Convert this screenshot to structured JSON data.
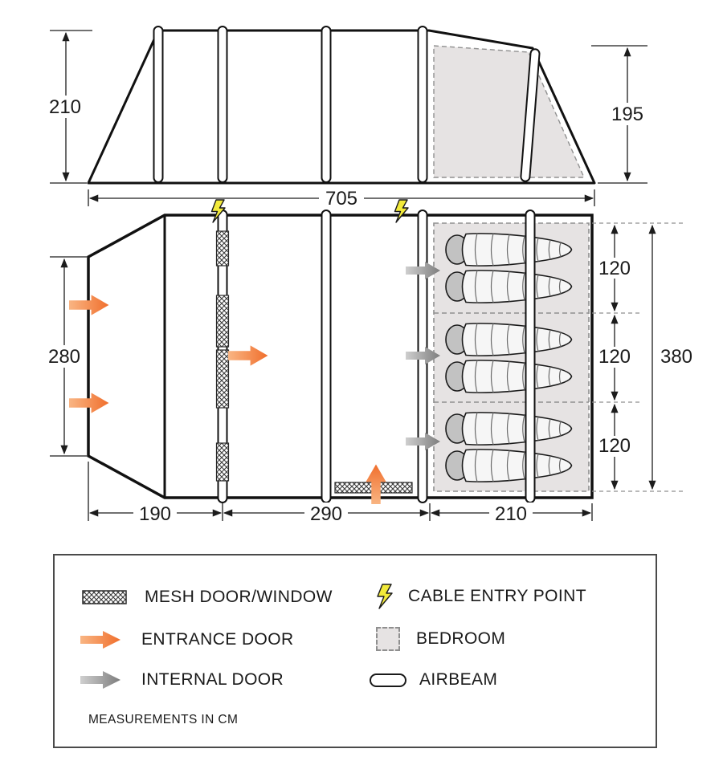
{
  "colors": {
    "outline": "#1a1a1a",
    "entrance_arrow": "#f5803e",
    "internal_arrow": "#8c8c8c",
    "bedroom_fill": "#e6e3e3",
    "cable_point": "#f2ea3a"
  },
  "side_view": {
    "height_left": "210",
    "height_right": "195",
    "total_width": "705"
  },
  "floor_plan": {
    "depth": "280",
    "bedroom_widths": [
      "120",
      "120",
      "120"
    ],
    "bedroom_total": "380",
    "section_widths": [
      "190",
      "290",
      "210"
    ]
  },
  "legend": {
    "items": [
      {
        "id": "mesh",
        "label": "MESH DOOR/WINDOW"
      },
      {
        "id": "cable",
        "label": "CABLE ENTRY POINT"
      },
      {
        "id": "entrance",
        "label": "ENTRANCE DOOR"
      },
      {
        "id": "bedroom",
        "label": "BEDROOM"
      },
      {
        "id": "internal",
        "label": "INTERNAL DOOR"
      },
      {
        "id": "airbeam",
        "label": "AIRBEAM"
      }
    ],
    "note": "MEASUREMENTS IN CM"
  }
}
